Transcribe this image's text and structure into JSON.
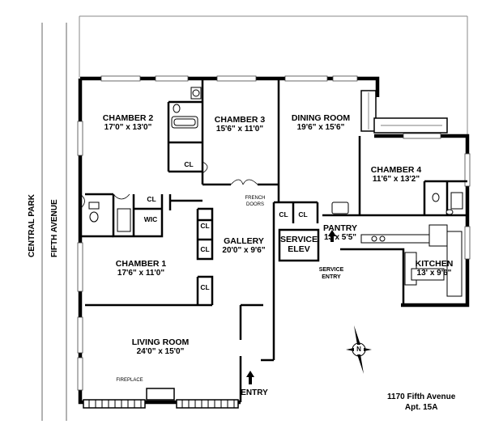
{
  "streets": {
    "park": "CENTRAL PARK",
    "avenue": "FIFTH AVENUE"
  },
  "rooms": {
    "chamber2": {
      "name": "CHAMBER 2",
      "dims": "17'0\" x 13'0\""
    },
    "chamber3": {
      "name": "CHAMBER 3",
      "dims": "15'6\" x 11'0\""
    },
    "dining": {
      "name": "DINING ROOM",
      "dims": "19'6\" x 15'6\""
    },
    "chamber4": {
      "name": "CHAMBER 4",
      "dims": "11'6\" x 13'2\""
    },
    "pantry": {
      "name": "PANTRY",
      "dims": "13'x 5'5\""
    },
    "service_elev": {
      "name_line1": "SERVICE",
      "name_line2": "ELEV"
    },
    "gallery": {
      "name": "GALLERY",
      "dims": "20'0\" x 9'6\""
    },
    "kitchen": {
      "name": "KITCHEN",
      "dims": "13' x 9'6\""
    },
    "chamber1": {
      "name": "CHAMBER 1",
      "dims": "17'6\" x 11'0\""
    },
    "living": {
      "name": "LIVING ROOM",
      "dims": "24'0\" x 15'0\""
    }
  },
  "labels": {
    "cl": "CL",
    "wic": "WIC",
    "french_doors_1": "FRENCH",
    "french_doors_2": "DOORS",
    "fireplace": "FIREPLACE",
    "service_entry_1": "SERVICE",
    "service_entry_2": "ENTRY",
    "entry": "ENTRY",
    "compass_n": "N"
  },
  "address": {
    "line1": "1170 Fifth Avenue",
    "line2": "Apt. 15A"
  }
}
